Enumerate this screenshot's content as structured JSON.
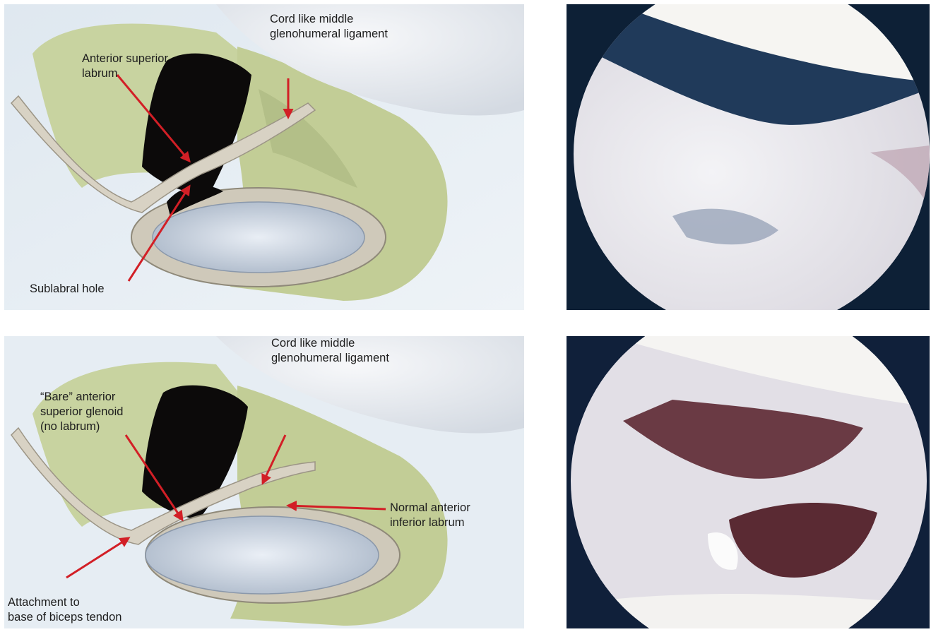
{
  "figure": {
    "top_illustration": {
      "labels": {
        "cord_mghl": "Cord like middle\nglenohumeral ligament",
        "anterior_superior_labrum": "Anterior superior\nlabrum",
        "sublabral_hole": "Sublabral hole"
      }
    },
    "bottom_illustration": {
      "labels": {
        "cord_mghl": "Cord like middle\nglenohumeral ligament",
        "bare_glenoid": "“Bare” anterior\nsuperior glenoid\n(no labrum)",
        "normal_inferior_labrum": "Normal anterior\ninferior labrum",
        "biceps_attachment": "Attachment to\nbase of biceps tendon"
      }
    },
    "colors": {
      "arrow": "#d21f26",
      "background_light": "#e4ecf3",
      "muscle_green": "#c4cf9a",
      "glenoid": "#cfd8e4",
      "humeral_head": "#eef1f5"
    }
  }
}
